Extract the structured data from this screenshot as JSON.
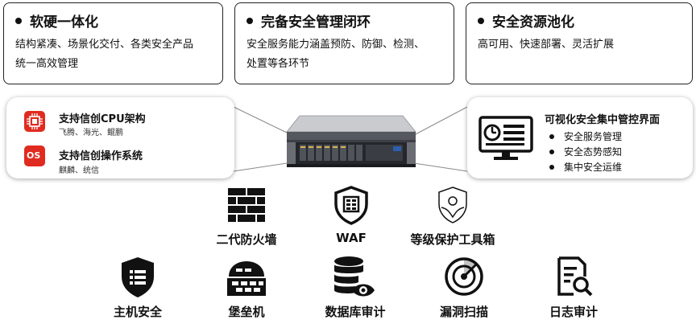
{
  "top_cards": [
    {
      "title": "软硬一体化",
      "lines": [
        "结构紧凑、场景化交付、各类安全产品",
        "统一高效管理"
      ]
    },
    {
      "title": "完备安全管理闭环",
      "lines": [
        "安全服务能力涵盖预防、防御、检测、",
        "处置等各环节"
      ]
    },
    {
      "title": "安全资源池化",
      "lines": [
        "高可用、快速部署、灵活扩展"
      ]
    }
  ],
  "left_panel": {
    "cpu": {
      "title": "支持信创CPU架构",
      "sub": "飞腾、海光、鲲鹏",
      "icon": "cpu-chip-icon"
    },
    "os": {
      "title": "支持信创操作系统",
      "sub": "麒麟、统信",
      "icon_text": "OS",
      "icon": "os-icon"
    }
  },
  "right_panel": {
    "title": "可视化安全集中管控界面",
    "items": [
      "安全服务管理",
      "安全态势感知",
      "集中安全运维"
    ],
    "icon": "monitor-dashboard-icon"
  },
  "services_row1": [
    {
      "label": "二代防火墙",
      "icon": "firewall-brick-icon"
    },
    {
      "label": "WAF",
      "icon": "waf-shield-icon"
    },
    {
      "label": "等级保护工具箱",
      "icon": "compliance-shield-icon"
    }
  ],
  "services_row2": [
    {
      "label": "主机安全",
      "icon": "host-shield-icon"
    },
    {
      "label": "堡垒机",
      "icon": "bastion-icon"
    },
    {
      "label": "数据库审计",
      "icon": "database-eye-icon"
    },
    {
      "label": "漏洞扫描",
      "icon": "radar-scan-icon"
    },
    {
      "label": "日志审计",
      "icon": "log-search-icon"
    }
  ],
  "colors": {
    "accent_red": "#e02b20",
    "text": "#111111",
    "line": "#8a8a8a"
  }
}
